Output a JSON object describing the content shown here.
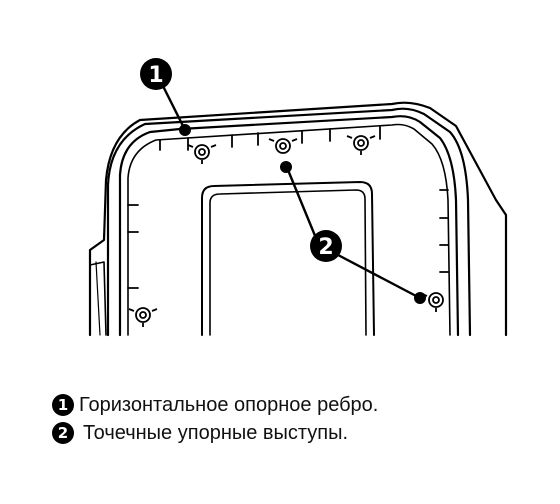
{
  "callouts": [
    {
      "number": "1",
      "description": "Горизонтальное опорное ребро."
    },
    {
      "number": "2",
      "description": "Точечные упорные выступы."
    }
  ],
  "colors": {
    "line": "#000000",
    "background": "#ffffff",
    "badge_text": "#ffffff"
  },
  "icons": [
    "circled-number-1-icon",
    "circled-number-2-icon"
  ]
}
